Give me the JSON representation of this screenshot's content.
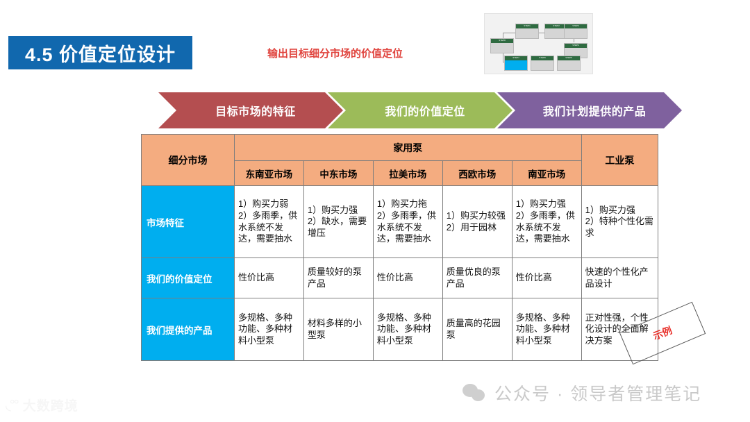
{
  "slide": {
    "title": "4.5 价值定位设计",
    "subtitle": "输出目标细分市场的价值定位"
  },
  "colors": {
    "title_banner": "#1168AE",
    "subtitle_red": "#E0443E",
    "chevron_red": "#B44E50",
    "chevron_green": "#9CBB59",
    "chevron_purple": "#7F619E",
    "table_header": "#F4AC80",
    "row_label_blue": "#00AEEF",
    "stamp_red": "#E8302A"
  },
  "chevrons": [
    {
      "label": "目标市场的特征"
    },
    {
      "label": "我们的价值定位"
    },
    {
      "label": "我们计划提供的产品"
    }
  ],
  "table": {
    "corner_header": "细分市场",
    "group_header": "家用泵",
    "industrial_header": "工业泵",
    "market_columns": [
      "东南亚市场",
      "中东市场",
      "拉美市场",
      "西欧市场",
      "南亚市场"
    ],
    "rows": [
      {
        "label": "市场特征",
        "cells": [
          "1）购买力弱\n2）多雨季，供水系统不发达，需要抽水",
          "1）购买力强\n2）缺水，需要增压",
          "1）购买力拖\n2）多雨季，供水系统不发达，需要抽水",
          "1）购买力较强\n2）用于园林",
          "1）购买力强\n2）多雨季，供水系统不发达，需要抽水",
          "1）购买力强\n2）特种个性化需求"
        ]
      },
      {
        "label": "我们的价值定位",
        "cells": [
          "性价比高",
          "质量较好的泵产品",
          "性价比高",
          "质量优良的泵产品",
          "性价比高",
          "快速的个性化产品设计"
        ]
      },
      {
        "label": "我们提供的产品",
        "cells": [
          "多规格、多种功能、多种材料小型泵",
          "材料多样的小型泵",
          "多规格、多种功能、多种材料小型泵",
          "质量高的花园泵",
          "多规格、多种功能、多种材料小型泵",
          "正对性强，个性化设计的全面解决方案"
        ]
      }
    ]
  },
  "stamp": {
    "text": "示例"
  },
  "watermarks": {
    "brand": "大数跨境",
    "wechat": "公众号 · 领导者管理笔记"
  }
}
